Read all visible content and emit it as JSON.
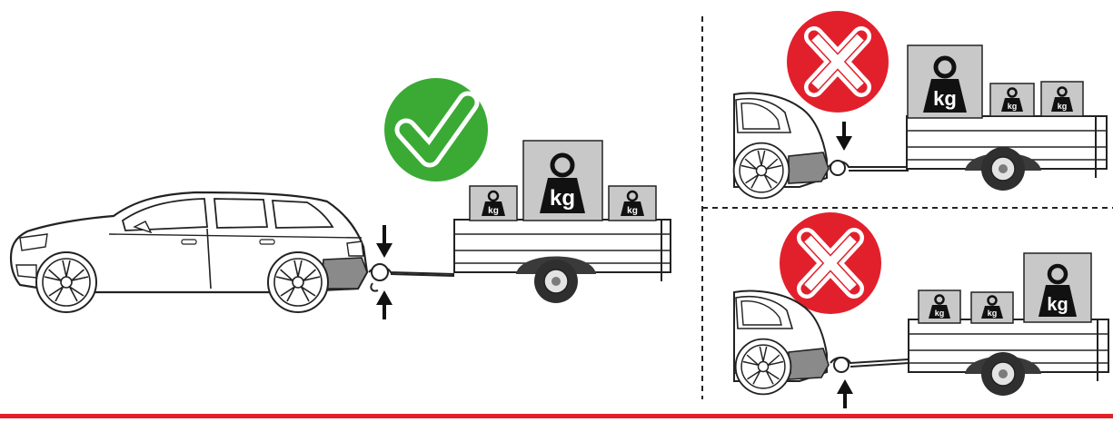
{
  "colors": {
    "correct": "#3aaa35",
    "wrong": "#e2202c",
    "bottom_rule": "#e2202c",
    "box_fill": "#c8c8c8",
    "bumper": "#8a8a8a",
    "tire": "#2f2f2f"
  },
  "icons": {
    "correct": "checkmark-icon",
    "wrong": "cross-icon",
    "weight": "kg-weight-icon",
    "arrow_down": "arrow-down-icon",
    "arrow_up": "arrow-up-icon"
  },
  "panels": [
    {
      "id": "correct-load",
      "verdict": "correct",
      "weights": [
        "kg",
        "kg",
        "kg"
      ],
      "arrows": [
        "down",
        "up"
      ]
    },
    {
      "id": "front-heavy-load",
      "verdict": "wrong",
      "weights": [
        "kg",
        "kg",
        "kg"
      ],
      "arrows": [
        "down"
      ]
    },
    {
      "id": "rear-heavy-load",
      "verdict": "wrong",
      "weights": [
        "kg",
        "kg",
        "kg"
      ],
      "arrows": [
        "up"
      ]
    }
  ]
}
